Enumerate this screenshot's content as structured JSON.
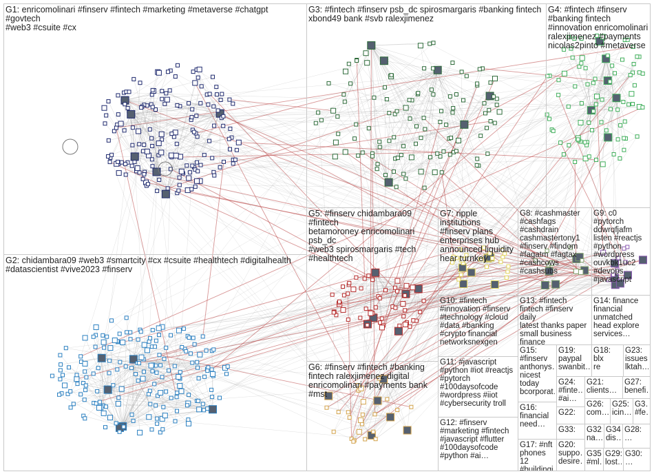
{
  "colors": {
    "edge": "#8f8f8f",
    "edge_inter": "#b84040",
    "G1": "#1f2a6e",
    "G2": "#2a7fc0",
    "G3": "#2e6b3a",
    "G4": "#3fae5a",
    "G5": "#b52a2a",
    "G6": "#d2a24a",
    "G7": "#e2d45c",
    "G8": "#7fa06a",
    "G9": "#8a5ab0",
    "box_border": "#c8c8c8"
  },
  "groups": [
    {
      "id": "G1",
      "label": "G1: enricomolinari #finserv #fintech #marketing #metaverse #chatgpt #govtech\n#web3 #csuite #cx"
    },
    {
      "id": "G2",
      "label": "G2: chidambara09 #web3 #smartcity #cx #csuite #healthtech #digitalhealth\n#datascientist #vive2023 #finserv"
    },
    {
      "id": "G3",
      "label": "G3: #fintech #finserv psb_dc spirosmargaris #banking fintech\nxbond49 bank #svb ralexjimenez"
    },
    {
      "id": "G4",
      "label": "G4: #fintech #finserv\n#banking fintech\n#innovation enricomolinari\nralexjimenez #payments\nnicolas2pinto #metaverse"
    },
    {
      "id": "G5",
      "label": "G5: #finserv chidambara09 #fintech\nbetamoroney enricomolinari psb_dc\n#web3 spirosmargaris #tech\n#healthtech"
    },
    {
      "id": "G6",
      "label": "G6: #finserv #fintech #banking\nfintech ralexjimenez digital\nenricomolinari #payments bank\n#mst"
    },
    {
      "id": "G7",
      "label": "G7: ripple institutions\n#finserv plans\nenterprises hub\nannounced liquidity\nhear turnkey"
    },
    {
      "id": "G8",
      "label": "G8: #cashmaster\n#cashfags\n#cashdrain\ncashmastertony1\n#finserv #findom\n#fagatm #fagtax\n#cashcows\n#cashsubs"
    },
    {
      "id": "G9",
      "label": "G9: c0\n#pytorch\nddwrqfjafm\nlisten #reactjs\n#python\n#wordpress\nouvkbk1uc2\n#devops\n#javascript"
    },
    {
      "id": "G10",
      "label": "G10: #fintech\n#innovation #finserv\n#technology #cloud\n#data #banking\n#crypto financial\nnetworksnexgen"
    },
    {
      "id": "G11",
      "label": "G11: #javascript\n#python #iot #reactjs\n#pytorch\n#100daysofcode\n#wordpress #iiot\n#cybersecurity troll"
    },
    {
      "id": "G12",
      "label": "G12: #finserv\n#marketing #fintech\n#javascript #flutter\n#100daysofcode\n#python #ai…"
    },
    {
      "id": "G13",
      "label": "G13: #fintech\nfintech #finserv daily\nlatest thanks paper\nsmall business\nfinance"
    },
    {
      "id": "G14",
      "label": "G14: finance\nfinancial\nunmatched\nhead explore\nservices…"
    },
    {
      "id": "G15",
      "label": "G15:\n#finserv\nanthonys…\nnicest\ntoday\nbcorporat…"
    },
    {
      "id": "G16",
      "label": "G16:\nfinancial\nneed…"
    },
    {
      "id": "G17",
      "label": "G17: #nft\nphones 12\n#buildingi…"
    },
    {
      "id": "G18",
      "label": "G18: blx\nre"
    },
    {
      "id": "G19",
      "label": "G19:\npaypal\nswanbit…"
    },
    {
      "id": "G20",
      "label": "G20:\nsuppo…\ndesire…"
    },
    {
      "id": "G21",
      "label": "G21:\nclients…"
    },
    {
      "id": "G22",
      "label": "G22:"
    },
    {
      "id": "G23",
      "label": "G23:\nissues\nlktah…"
    },
    {
      "id": "G24",
      "label": "G24:\n#finte…\n#ai…"
    },
    {
      "id": "G25",
      "label": "G25:\nicin…"
    },
    {
      "id": "G26",
      "label": "G26:\ncom…"
    },
    {
      "id": "G27",
      "label": "G27:\nbenefi…"
    },
    {
      "id": "G28",
      "label": "G28:\n…"
    },
    {
      "id": "G29",
      "label": "G29:\nlost…"
    },
    {
      "id": "G30",
      "label": "G30:\n…"
    },
    {
      "id": "G31",
      "label": "G3…\n#fe…"
    },
    {
      "id": "G32",
      "label": "G32:\nna…"
    },
    {
      "id": "G33",
      "label": "G33:"
    },
    {
      "id": "G34",
      "label": "G34:\ndis…"
    },
    {
      "id": "G35",
      "label": "G35:\n#ml…"
    }
  ]
}
